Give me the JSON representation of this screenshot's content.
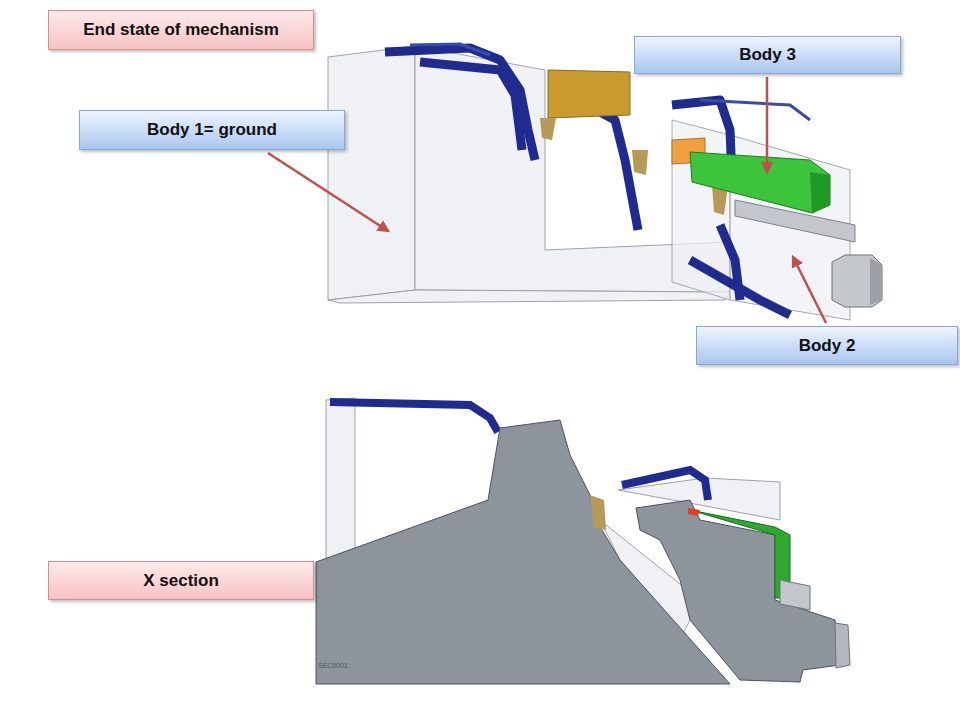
{
  "diagram": {
    "nodes": [
      {
        "text": [
          "End state of mechanism"
        ]
      },
      {
        "text": [
          "Body 3"
        ]
      },
      {
        "text": [
          "Body 1= ground"
        ]
      },
      {
        "text": [
          "Body 2"
        ]
      },
      {
        "text": [
          "X section"
        ]
      }
    ],
    "labels": [
      "SEC0001"
    ]
  }
}
